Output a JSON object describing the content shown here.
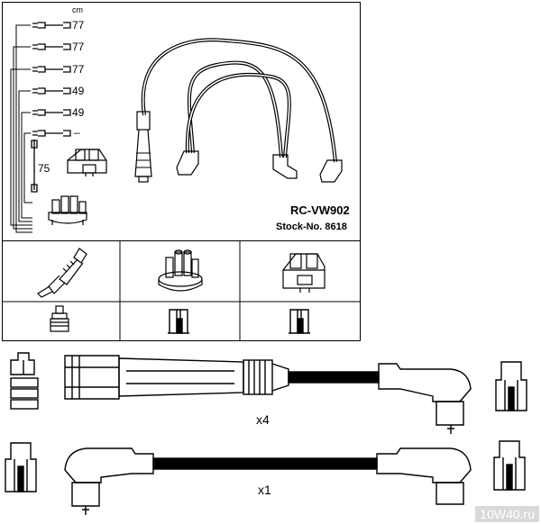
{
  "legend": {
    "unit": "cm",
    "lengths": [
      "77",
      "77",
      "77",
      "49",
      "49",
      "–"
    ],
    "coil_length": "75"
  },
  "header": {
    "model": "RC-VW902",
    "stock_label": "Stock-No. 8618"
  },
  "components": [
    "spark-plug",
    "distributor-cap",
    "ignition-coil"
  ],
  "sets": [
    {
      "quantity": "x4",
      "description": "spark plug lead with straight plug boot and angled connector"
    },
    {
      "quantity": "x1",
      "description": "coil lead with angled connectors on both ends"
    }
  ],
  "watermark": "10W40.ru"
}
